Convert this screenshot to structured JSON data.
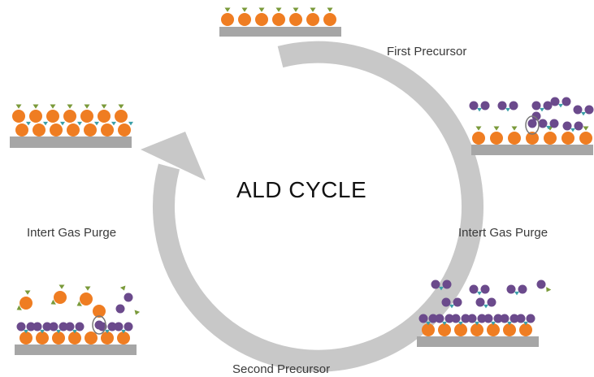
{
  "center_title": "ALD CYCLE",
  "labels": {
    "first_precursor": "First Precursor",
    "purge_right": "Intert Gas Purge",
    "second_precursor": "Second Precursor",
    "purge_left": "Intert Gas Purge"
  },
  "colors": {
    "substrate": "#a6a6a6",
    "orange_atom": "#ef7d22",
    "purple_atom": "#6b4a8c",
    "green_ligand": "#7a9a3a",
    "teal_bond": "#3a9fa8",
    "arrow": "#c8c8c8"
  }
}
